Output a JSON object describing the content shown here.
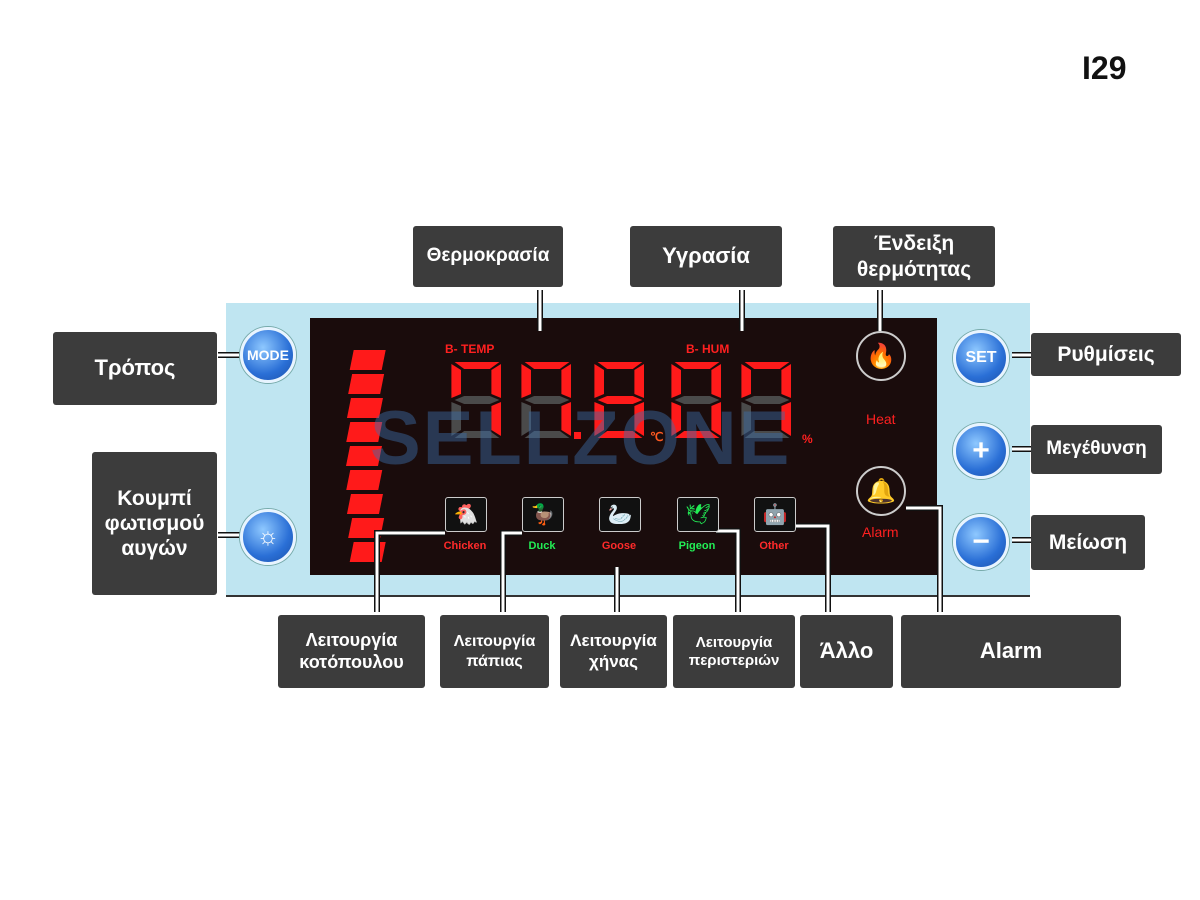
{
  "model": "I29",
  "top_labels": {
    "temperature": "Θερμοκρασία",
    "humidity": "Υγρασία",
    "heat_indicator": "Ένδειξη θερμότητας"
  },
  "side_labels": {
    "mode": "Τρόπος",
    "egg_light": "Κουμπί φωτισμού αυγών",
    "settings": "Ρυθμίσεις",
    "increase": "Μεγέθυνση",
    "decrease": "Μείωση"
  },
  "bottom_labels": {
    "chicken": "Λειτουργία κοτόπουλου",
    "duck": "Λειτουργία πάπιας",
    "goose": "Λειτουργία χήνας",
    "pigeon": "Λειτουργία περιστεριών",
    "other": "Άλλο",
    "alarm": "Alarm"
  },
  "buttons": {
    "mode": "MODE",
    "set": "SET",
    "plus": "+",
    "minus": "−",
    "light": "☼"
  },
  "display": {
    "temp_label": "B- TEMP",
    "hum_label": "B- HUM",
    "celsius": "℃",
    "percent": "%",
    "heat": "Heat",
    "alarm": "Alarm",
    "modes": [
      {
        "label": "Chicken",
        "icon": "🐔",
        "color": "#ff2a2a"
      },
      {
        "label": "Duck",
        "icon": "🦆",
        "color": "#22ee55"
      },
      {
        "label": "Goose",
        "icon": "🦢",
        "color": "#ff2a2a"
      },
      {
        "label": "Pigeon",
        "icon": "🕊",
        "color": "#22ee55"
      },
      {
        "label": "Other",
        "icon": "🤖",
        "color": "#ff2a2a"
      }
    ]
  },
  "watermark": "SELLZONE",
  "colors": {
    "panel": "#bfe5f1",
    "display": "#1a0c0c",
    "led": "#ff1a1a",
    "label_bg": "#3c3c3c"
  }
}
